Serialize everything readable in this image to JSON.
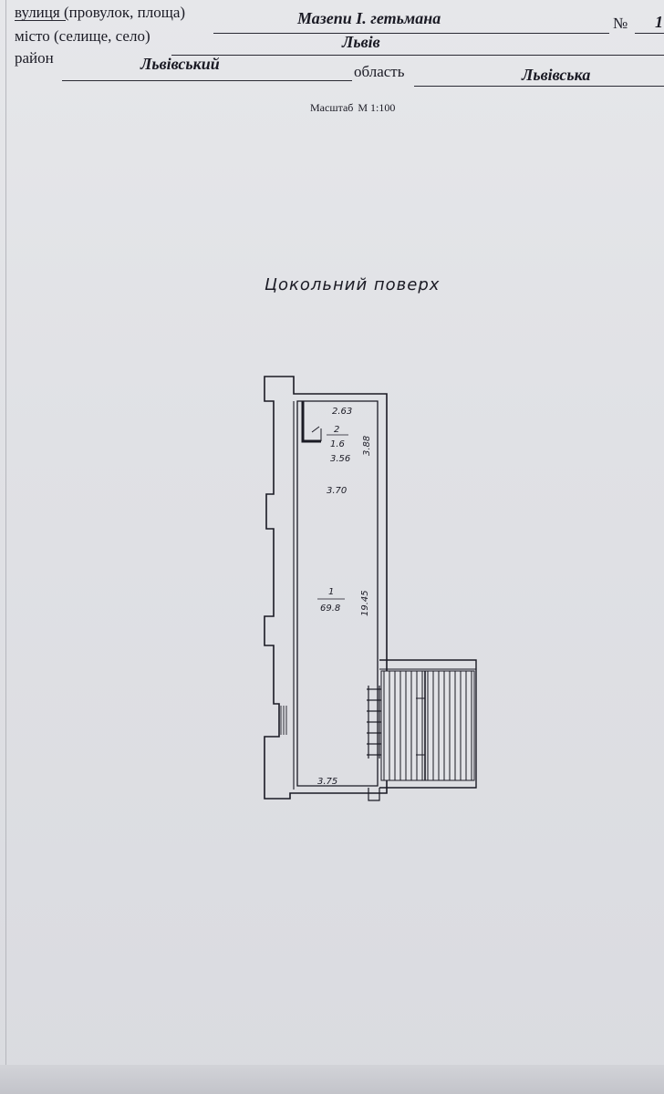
{
  "header": {
    "street_label": "вулиця (провулок, площа)",
    "street_value": "Мазепи І. гетьмана",
    "number_label": "№",
    "number_value": "1",
    "city_label": "місто (селище, село)",
    "city_value": "Львів",
    "district_label": "район",
    "district_value": "Львівський",
    "region_label": "область",
    "region_value": "Львівська"
  },
  "scale": {
    "label": "Масштаб",
    "value": "М 1:100"
  },
  "plan": {
    "title": "Цокольний поверх",
    "room1": {
      "number": "1",
      "area": "69.8",
      "length": "19.45",
      "width_top": "3.70",
      "width_bottom": "3.75"
    },
    "room2": {
      "number": "2",
      "area": "1.6",
      "width": "2.63",
      "width_inner": "3.56",
      "length": "3.88"
    }
  },
  "colors": {
    "paper": "#e3e4e8",
    "ink": "#1a1a24"
  }
}
